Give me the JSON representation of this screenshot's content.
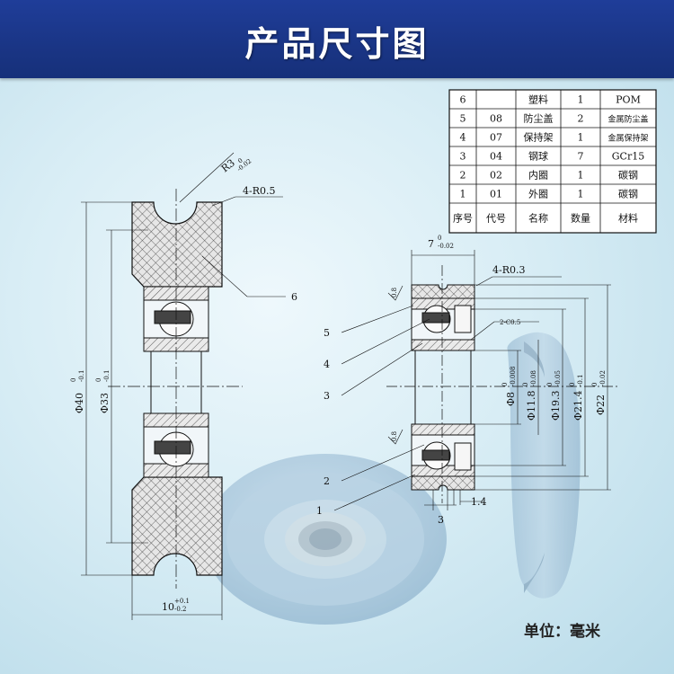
{
  "banner": {
    "title": "产品尺寸图"
  },
  "unit_label": "单位：毫米",
  "bom_table": {
    "headers": [
      "序号",
      "代号",
      "名称",
      "数量",
      "材料"
    ],
    "rows": [
      [
        "6",
        "",
        "塑料",
        "1",
        "POM"
      ],
      [
        "5",
        "08",
        "防尘盖",
        "2",
        "金属防尘盖"
      ],
      [
        "4",
        "07",
        "保持架",
        "1",
        "金属保持架"
      ],
      [
        "3",
        "04",
        "钢球",
        "7",
        "GCr15"
      ],
      [
        "2",
        "02",
        "内圈",
        "1",
        "碳钢"
      ],
      [
        "1",
        "01",
        "外圈",
        "1",
        "碳钢"
      ]
    ]
  },
  "left_view": {
    "radius_label": "R3",
    "radius_tol_upper": "0",
    "radius_tol_lower": "-0.02",
    "chamfer_label": "4-R0.5",
    "part_callout": "6",
    "outer_dia": "Φ40",
    "outer_dia_tol_upper": "0",
    "outer_dia_tol_lower": "-0.1",
    "groove_dia": "Φ33",
    "groove_dia_tol_upper": "0",
    "groove_dia_tol_lower": "-0.1",
    "width": "10",
    "width_tol_upper": "+0.1",
    "width_tol_lower": "-0.2"
  },
  "right_view": {
    "width": "7",
    "width_tol_upper": "0",
    "width_tol_lower": "-0.02",
    "chamfer_label": "4-R0.3",
    "inner_chamfer": "2-C0.5",
    "bore": "Φ8",
    "bore_tol_upper": "0",
    "bore_tol_lower": "-0.008",
    "dia_11_8": "Φ11.8",
    "dia_11_8_tol_upper": "0",
    "dia_11_8_tol_lower": "-0.08",
    "dia_19_3": "Φ19.3",
    "dia_19_3_tol_upper": "0",
    "dia_19_3_tol_lower": "-0.05",
    "dia_21_4": "Φ21.4",
    "dia_21_4_tol_upper": "0",
    "dia_21_4_tol_lower": "-0.1",
    "dia_22": "Φ22",
    "dia_22_tol_upper": "0",
    "dia_22_tol_lower": "-0.02",
    "roughness_top": "0.8",
    "roughness_bottom": "0.8",
    "dim_3": "3",
    "dim_1_4": "1.4",
    "callouts": [
      "5",
      "4",
      "3",
      "2",
      "1"
    ]
  },
  "colors": {
    "banner": "#1a3585",
    "background": "#d8edf5",
    "hatch": "#222222"
  }
}
